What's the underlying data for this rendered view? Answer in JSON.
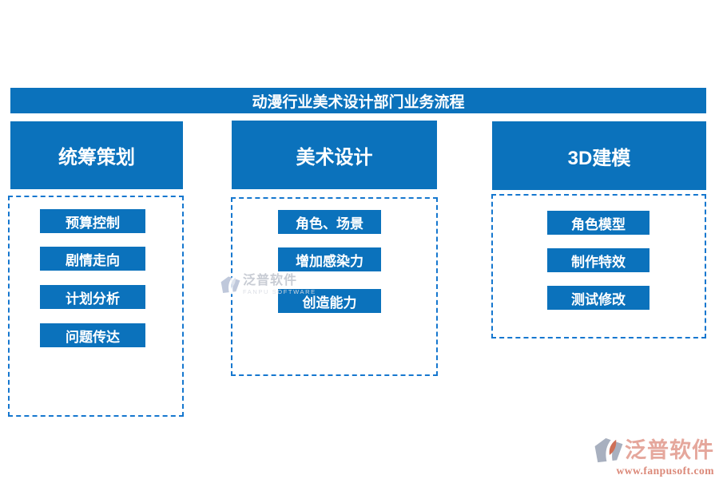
{
  "title": "动漫行业美术设计部门业务流程",
  "columns": [
    {
      "header": "统筹策划",
      "items": [
        "预算控制",
        "剧情走向",
        "计划分析",
        "问题传达"
      ]
    },
    {
      "header": "美术设计",
      "items": [
        "角色、场景",
        "增加感染力",
        "创造能力"
      ]
    },
    {
      "header": "3D建模",
      "items": [
        "角色模型",
        "制作特效",
        "测试修改"
      ]
    }
  ],
  "watermark": {
    "brand": "泛普软件",
    "subtitle": "FANPU SOFTWARE"
  },
  "footer": {
    "brand": "泛普软件",
    "url": "www.fanpusoft.com"
  },
  "colors": {
    "primary_blue": "#0b72bc",
    "dashed_border": "#1577cf",
    "watermark_text": "#c6cad2",
    "watermark_sub": "#dadde4",
    "footer_brand": "#e5a79c",
    "footer_url": "#db8878",
    "logo_orange": "#ce6f56",
    "logo_gray": "#a8b0bf",
    "logo_gray_light": "#bcc6da"
  }
}
